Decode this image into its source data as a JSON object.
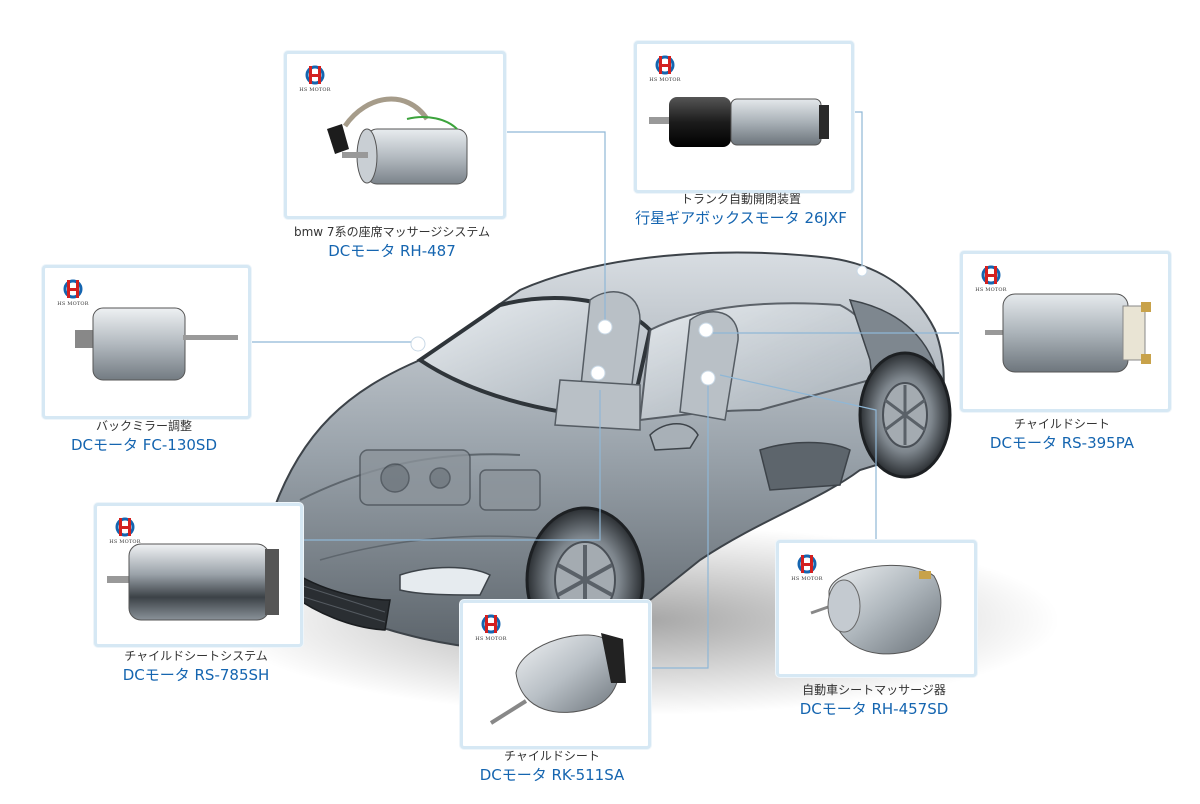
{
  "brand": {
    "logo_text": "HS MOTOR"
  },
  "colors": {
    "accent": "#1565b0",
    "frame": "#d6e8f4",
    "connector": "#8fb7d6"
  },
  "callouts": [
    {
      "id": "massage",
      "subtitle": "bmw 7系の座席マッサージシステム",
      "title": "DCモータ RH-487"
    },
    {
      "id": "trunk",
      "subtitle": "トランク自動開閉装置",
      "title": "行星ギアボックスモータ 26JXF"
    },
    {
      "id": "mirror",
      "subtitle": "バックミラー調整",
      "title": "DCモータ FC-130SD"
    },
    {
      "id": "child-seat-395",
      "subtitle": "チャイルドシート",
      "title": "DCモータ RS-395PA"
    },
    {
      "id": "child-seat-system",
      "subtitle": "チャイルドシートシステム",
      "title": "DCモータ RS-785SH"
    },
    {
      "id": "child-seat-511",
      "subtitle": "チャイルドシート",
      "title": "DCモータ RK-511SA"
    },
    {
      "id": "seat-massager",
      "subtitle": "自動車シートマッサージ器",
      "title": "DCモータ RH-457SD"
    }
  ]
}
